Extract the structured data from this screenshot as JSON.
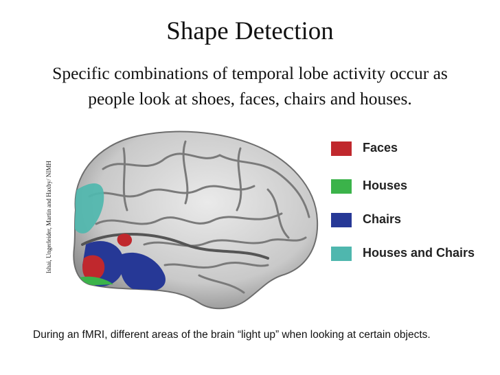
{
  "title": "Shape Detection",
  "subtitle": "Specific combinations of temporal lobe activity occur as people look at shoes, faces, chairs and houses.",
  "credit": "Ishai, Ungerleider, Martin and Haxby/ NIMH",
  "legend": [
    {
      "label": "Faces",
      "color": "#c0282d"
    },
    {
      "label": "Houses",
      "color": "#3bb34a"
    },
    {
      "label": "Chairs",
      "color": "#263896"
    },
    {
      "label": "Houses and Chairs",
      "color": "#4fb7ae"
    }
  ],
  "caption": "During an fMRI, different areas of the brain “light up” when looking at certain objects."
}
